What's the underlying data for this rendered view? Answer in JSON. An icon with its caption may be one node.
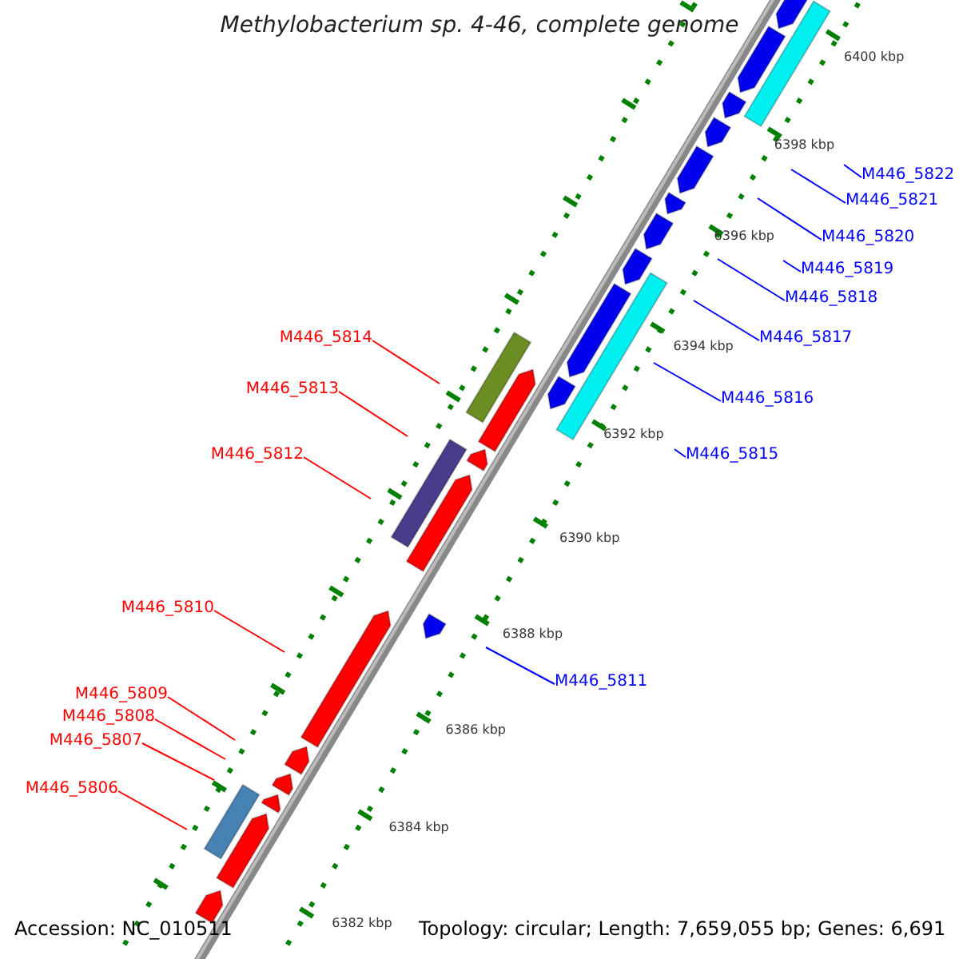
{
  "diagram": {
    "title": "Methylobacterium sp. 4-46, complete genome",
    "nodes": [
      {
        "text": [
          "M446_5822"
        ]
      },
      {
        "text": [
          "M446_5821"
        ]
      },
      {
        "text": [
          "M446_5820"
        ]
      },
      {
        "text": [
          "M446_5819"
        ]
      },
      {
        "text": [
          "M446_5818"
        ]
      },
      {
        "text": [
          "M446_5814"
        ]
      },
      {
        "text": [
          "M446_5817"
        ]
      },
      {
        "text": [
          "M446_5813"
        ]
      },
      {
        "text": [
          "M446_5816"
        ]
      },
      {
        "text": [
          "M446_5812"
        ]
      },
      {
        "text": [
          "M446_5815"
        ]
      },
      {
        "text": [
          "M446_5810"
        ]
      },
      {
        "text": [
          "M446_5811"
        ]
      },
      {
        "text": [
          "M446_5809"
        ]
      },
      {
        "text": [
          "M446_5808"
        ]
      },
      {
        "text": [
          "M446_5807"
        ]
      },
      {
        "text": [
          "M446_5806"
        ]
      }
    ],
    "edges": [
      {
        "from": 0,
        "to": null,
        "arrow": "none"
      },
      {
        "from": 1,
        "to": null,
        "arrow": "none"
      },
      {
        "from": 2,
        "to": null,
        "arrow": "none"
      },
      {
        "from": 3,
        "to": null,
        "arrow": "none"
      },
      {
        "from": 4,
        "to": null,
        "arrow": "none"
      },
      {
        "from": 5,
        "to": null,
        "arrow": "none",
        "color": "#ff0000"
      },
      {
        "from": 6,
        "to": null,
        "arrow": "none"
      },
      {
        "from": 7,
        "to": null,
        "arrow": "none",
        "color": "#ff0000"
      },
      {
        "from": 8,
        "to": null,
        "arrow": "none"
      },
      {
        "from": 9,
        "to": null,
        "arrow": "none",
        "color": "#ff0000"
      },
      {
        "from": 10,
        "to": null,
        "arrow": "none"
      },
      {
        "from": 11,
        "to": null,
        "arrow": "none",
        "color": "#ff0000"
      },
      {
        "from": 12,
        "to": null,
        "arrow": "none"
      },
      {
        "from": 13,
        "to": null,
        "arrow": "none",
        "color": "#ff0000"
      },
      {
        "from": 14,
        "to": null,
        "arrow": "none",
        "color": "#ff0000"
      },
      {
        "from": 15,
        "to": null,
        "arrow": "none",
        "color": "#ff0000"
      },
      {
        "from": 16,
        "to": null,
        "arrow": "none",
        "color": "#ff0000"
      }
    ],
    "labels": [
      "6400 kbp",
      "6398 kbp",
      "6396 kbp",
      "6394 kbp",
      "6392 kbp",
      "6390 kbp",
      "6388 kbp",
      "6386 kbp",
      "6384 kbp",
      "6382 kbp",
      "Accession: NC_010511",
      "Topology: circular; Length: 7,659,055 bp; Genes: 6,691"
    ]
  }
}
